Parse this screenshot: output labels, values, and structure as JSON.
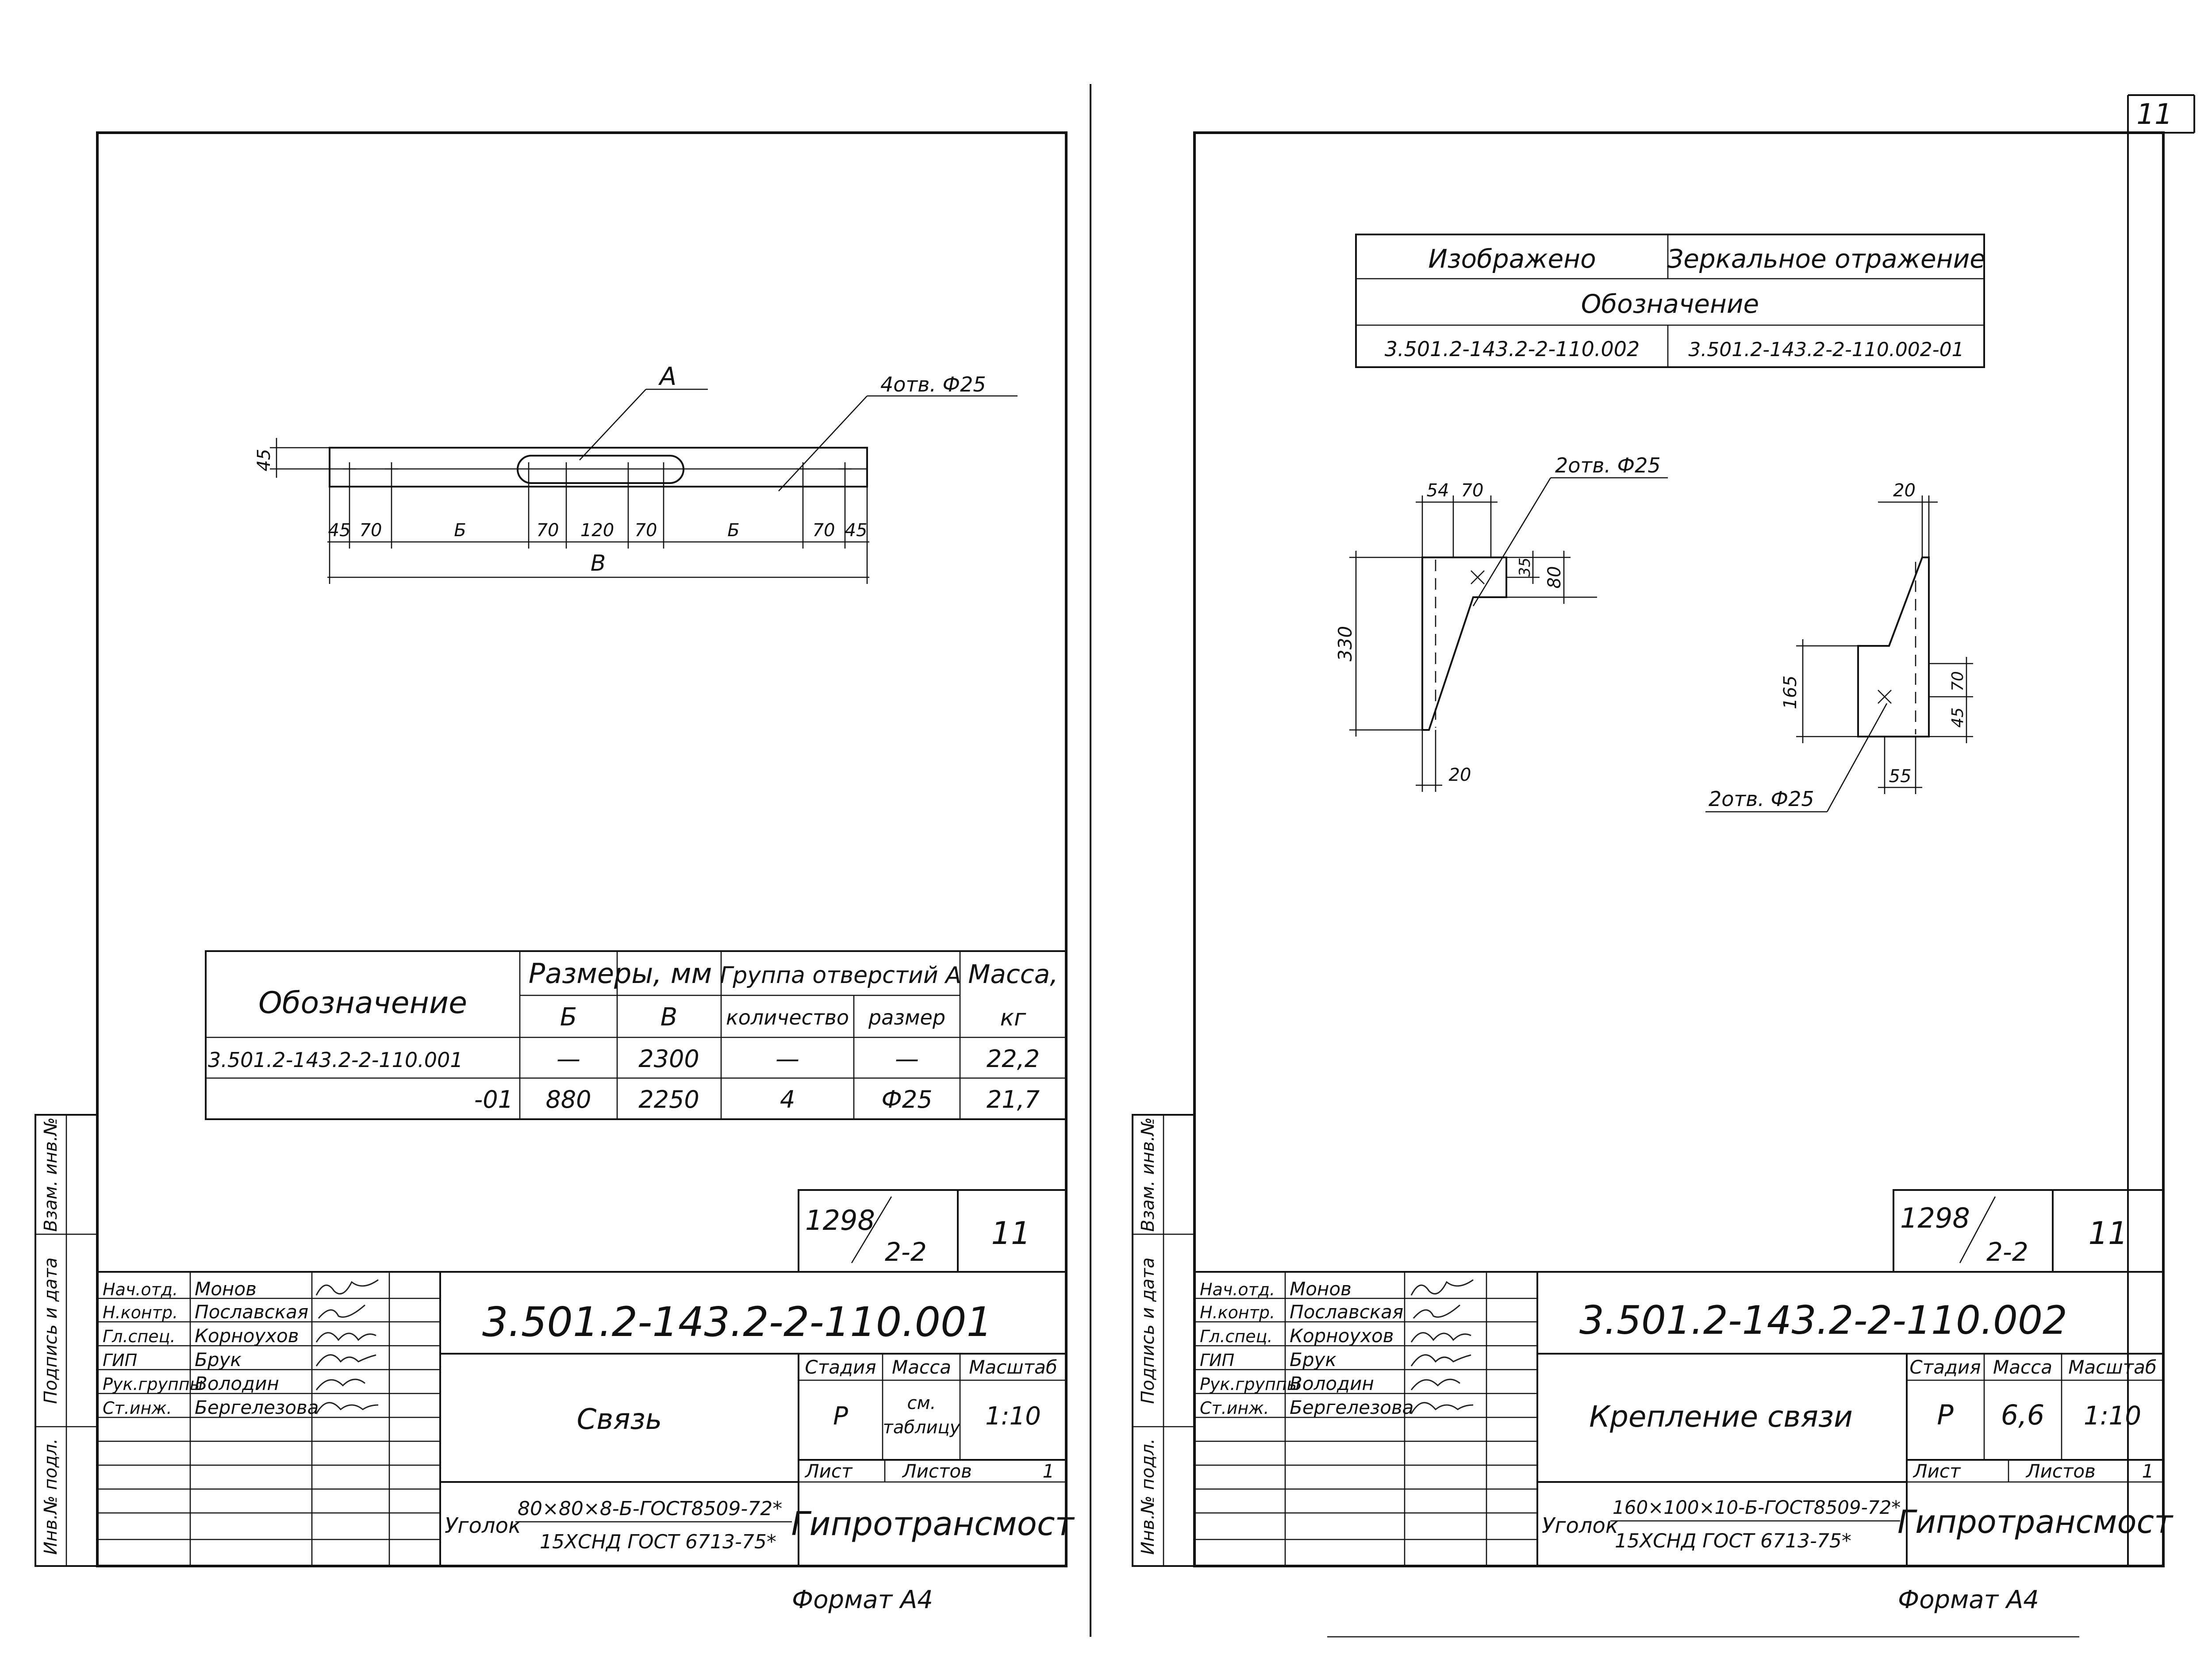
{
  "sheet_number": "11",
  "left": {
    "callout_a": "А",
    "holes_callout": "4отв. Ф25",
    "dim_height": "45",
    "dims": [
      "45",
      "70",
      "Б",
      "70",
      "120",
      "70",
      "Б",
      "70",
      "45"
    ],
    "dim_total": "В",
    "table": {
      "h_designation": "Обозначение",
      "h_dimensions": "Размеры, мм",
      "h_holes_group": "Группа отверстий А",
      "h_mass": "Масса,",
      "h_mass_unit": "кг",
      "h_b": "Б",
      "h_v": "В",
      "h_count": "количество",
      "h_size": "размер",
      "rows": [
        {
          "designation": "3.501.2-143.2-2-110.001",
          "b": "—",
          "v": "2300",
          "count": "—",
          "size": "—",
          "mass": "22,2"
        },
        {
          "designation": "-01",
          "b": "880",
          "v": "2250",
          "count": "4",
          "size": "Ф25",
          "mass": "21,7"
        }
      ]
    },
    "stamp": {
      "series_num": "1298",
      "series_den": "2-2",
      "sheet": "11",
      "code": "3.501.2-143.2-2-110.001",
      "name": "Связь",
      "stage_label": "Стадия",
      "mass_label": "Масса",
      "scale_label": "Масштаб",
      "stage": "Р",
      "mass_line1": "см.",
      "mass_line2": "таблицу",
      "scale": "1:10",
      "sheet_label": "Лист",
      "sheets_label": "Листов",
      "sheets": "1",
      "material_prefix": "Уголок",
      "material_top": "80×80×8-Б-ГОСТ8509-72*",
      "material_bottom": "15ХСНД ГОСТ 6713-75*",
      "org": "Гипротрансмост",
      "roles": [
        "Нач.отд.",
        "Н.контр.",
        "Гл.спец.",
        "ГИП",
        "Рук.группы",
        "Ст.инж."
      ],
      "names": [
        "Монов",
        "Пославская",
        "Корноухов",
        "Брук",
        "Володин",
        "Бергелезова"
      ],
      "side": [
        "Инв.№ подл.",
        "Подпись и дата",
        "Взам. инв.№"
      ],
      "format": "Формат А4"
    }
  },
  "right": {
    "table": {
      "c_shown": "Изображено",
      "c_mirror": "Зеркальное отражение",
      "c_designation": "Обозначение",
      "v_shown": "3.501.2-143.2-2-110.002",
      "v_mirror": "3.501.2-143.2-2-110.002-01"
    },
    "holes_top": "2отв. Ф25",
    "holes_bottom": "2отв. Ф25",
    "front": {
      "d54": "54",
      "d70": "70",
      "d35": "35",
      "d80": "80",
      "d330": "330",
      "d20": "20"
    },
    "side": {
      "d20": "20",
      "d165": "165",
      "d70": "70",
      "d45": "45",
      "d55": "55"
    },
    "stamp": {
      "series_num": "1298",
      "series_den": "2-2",
      "sheet": "11",
      "code": "3.501.2-143.2-2-110.002",
      "name": "Крепление связи",
      "stage_label": "Стадия",
      "mass_label": "Масса",
      "scale_label": "Масштаб",
      "stage": "Р",
      "mass": "6,6",
      "scale": "1:10",
      "sheet_label": "Лист",
      "sheets_label": "Листов",
      "sheets": "1",
      "material_prefix": "Уголок",
      "material_top": "160×100×10-Б-ГОСТ8509-72*",
      "material_bottom": "15ХСНД ГОСТ 6713-75*",
      "org": "Гипротрансмост",
      "roles": [
        "Нач.отд.",
        "Н.контр.",
        "Гл.спец.",
        "ГИП",
        "Рук.группы",
        "Ст.инж."
      ],
      "names": [
        "Монов",
        "Пославская",
        "Корноухов",
        "Брук",
        "Володин",
        "Бергелезова"
      ],
      "side": [
        "Инв.№ подл.",
        "Подпись и дата",
        "Взам. инв.№"
      ],
      "format": "Формат А4"
    }
  }
}
